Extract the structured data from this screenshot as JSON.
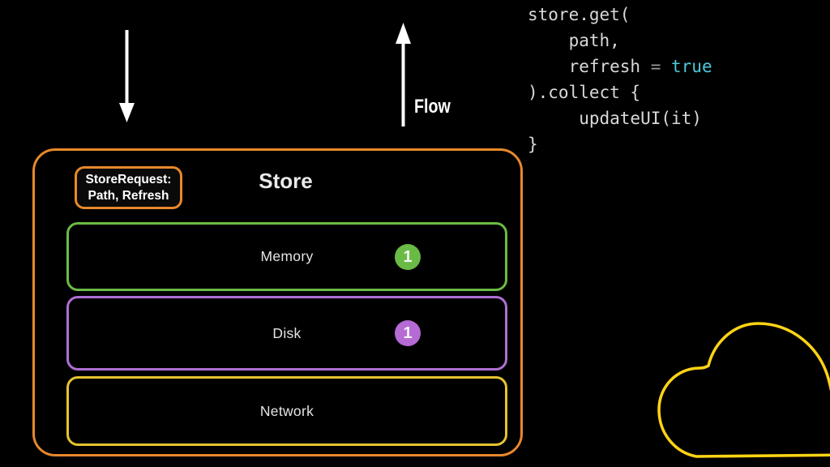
{
  "colors": {
    "background": "#000000",
    "orange": "#E8882C",
    "green": "#6ABB45",
    "purple": "#AE6ED3",
    "purple-badge": "#B56AD4",
    "yellow": "#E6C32E",
    "cloud-yellow": "#FFD414",
    "code-fg": "#D9D9D9",
    "code-dim": "#9A9A9A",
    "code-kw": "#4EC8DB"
  },
  "code": {
    "line1": "store.get(",
    "line2": "    path,",
    "line3_pre": "    refresh ",
    "line3_eq": "= ",
    "line3_kw": "true",
    "line4": ").collect {",
    "line5": "     updateUI(it)",
    "line6": "}"
  },
  "flow": {
    "label": "Flow"
  },
  "store": {
    "title": "Store",
    "request_badge": {
      "line1": "StoreRequest:",
      "line2": "Path, Refresh"
    },
    "layers": [
      {
        "label": "Memory",
        "badge": "1",
        "color": "#6ABB45"
      },
      {
        "label": "Disk",
        "badge": "1",
        "color": "#AE6ED3"
      },
      {
        "label": "Network",
        "badge": null,
        "color": "#E6C32E"
      }
    ]
  },
  "icons": {
    "arrow_down": "downward-flow-arrow",
    "arrow_up": "upward-flow-arrow",
    "cloud": "network-cloud-outline"
  }
}
